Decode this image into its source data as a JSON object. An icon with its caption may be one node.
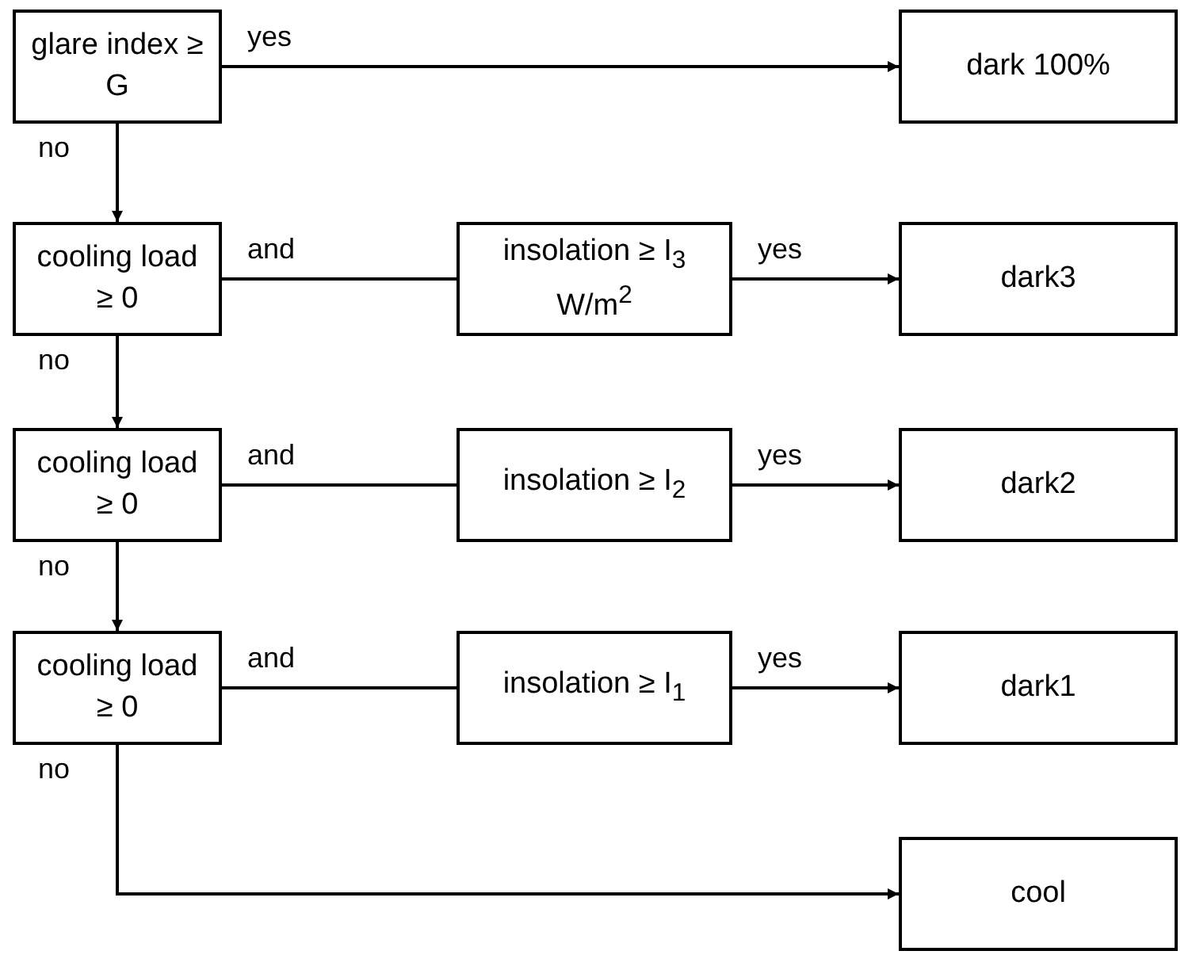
{
  "diagram": {
    "nodes": [
      {
        "text": [
          "glare index ≥ G"
        ]
      },
      {
        "text": [
          "dark 100%"
        ]
      },
      {
        "text": [
          "cooling load ≥ 0"
        ]
      },
      {
        "text": [
          "insolation ≥ I$_{3}$ W/m$^{2}$"
        ]
      },
      {
        "text": [
          "dark3"
        ]
      },
      {
        "text": [
          "cooling load ≥ 0"
        ]
      },
      {
        "text": [
          "insolation ≥ I$_{2}$"
        ]
      },
      {
        "text": [
          "dark2"
        ]
      },
      {
        "text": [
          "cooling load ≥ 0"
        ]
      },
      {
        "text": [
          "insolation ≥ I$_{1}$"
        ]
      },
      {
        "text": [
          "dark1"
        ]
      },
      {
        "text": [
          "cool"
        ]
      }
    ],
    "edges": [
      {
        "from": 0,
        "to": 1,
        "arrow": "to",
        "label": "yes"
      },
      {
        "from": 0,
        "to": 2,
        "arrow": "to",
        "label": "no"
      },
      {
        "from": 2,
        "to": 3,
        "arrow": "none",
        "label": "and"
      },
      {
        "from": 3,
        "to": 4,
        "arrow": "to",
        "label": "yes"
      },
      {
        "from": 2,
        "to": 5,
        "arrow": "to",
        "label": "no"
      },
      {
        "from": 5,
        "to": 6,
        "arrow": "none",
        "label": "and"
      },
      {
        "from": 6,
        "to": 7,
        "arrow": "to",
        "label": "yes"
      },
      {
        "from": 5,
        "to": 8,
        "arrow": "to",
        "label": "no"
      },
      {
        "from": 8,
        "to": 9,
        "arrow": "none",
        "label": "and"
      },
      {
        "from": 9,
        "to": 10,
        "arrow": "to",
        "label": "yes"
      },
      {
        "from": 8,
        "to": 11,
        "arrow": "to",
        "label": "no"
      }
    ]
  }
}
